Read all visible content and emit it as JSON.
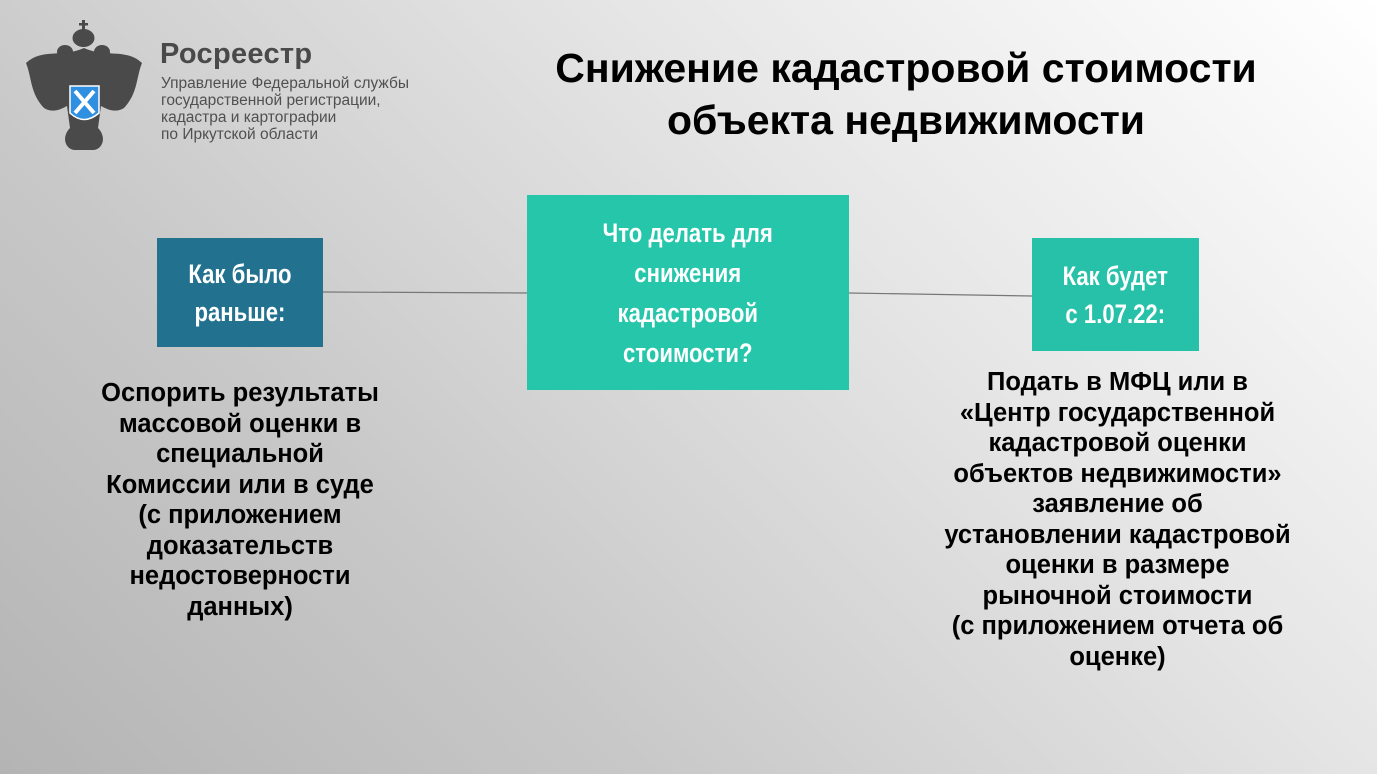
{
  "logo": {
    "brand": "Росреестр",
    "subtitle_lines": [
      "Управление Федеральной службы",
      "государственной регистрации,",
      "кадастра и картографии",
      "по Иркутской области"
    ]
  },
  "title_lines": [
    "Снижение кадастровой стоимости",
    "объекта недвижимости"
  ],
  "boxes": {
    "left": [
      "Как было",
      "раньше:"
    ],
    "center": [
      "Что делать для",
      "снижения",
      "кадастровой",
      "стоимости?"
    ],
    "right": [
      "Как будет",
      "с 1.07.22:"
    ]
  },
  "left_text": [
    "Оспорить результаты",
    "массовой оценки в",
    "специальной",
    "Комиссии или в суде",
    "(с приложением",
    "доказательств",
    "недостоверности",
    "данных)"
  ],
  "right_text": [
    "Подать в МФЦ или в",
    "«Центр государственной",
    "кадастровой оценки",
    "объектов недвижимости»",
    "заявление об",
    "установлении кадастровой",
    "оценки в размере",
    "рыночной стоимости",
    "(с приложением отчета об",
    "оценке)"
  ],
  "colors": {
    "left_box": "#21718f",
    "center_box": "#26c6ab",
    "right_box": "#26c1a8",
    "emblem": "#4a4a4a",
    "shield": "#2f8fe0"
  }
}
